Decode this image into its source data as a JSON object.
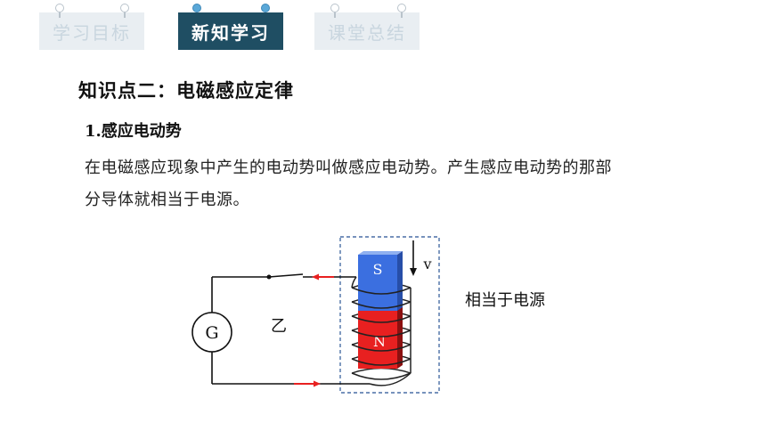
{
  "nav": {
    "tabs": [
      {
        "label": "学习目标",
        "state": "inactive"
      },
      {
        "label": "新知学习",
        "state": "active"
      },
      {
        "label": "课堂总结",
        "state": "inactive"
      }
    ]
  },
  "content": {
    "heading": "知识点二：电磁感应定律",
    "subheading": "1.感应电动势",
    "paragraph_lines": [
      "在电磁感应现象中产生的电动势叫做感应电动势。产生感应电动势的那部",
      "分导体就相当于电源。"
    ]
  },
  "diagram": {
    "galvanometer_label": "G",
    "circuit_label": "乙",
    "magnet_top_label": "S",
    "magnet_bottom_label": "N",
    "velocity_label": "v",
    "equivalence_label": "相当于电源",
    "colors": {
      "magnet_top": "#3b6fe0",
      "magnet_bottom": "#e82020",
      "current_arrow": "#e82020",
      "dashed_box": "#4a6fa5"
    }
  }
}
